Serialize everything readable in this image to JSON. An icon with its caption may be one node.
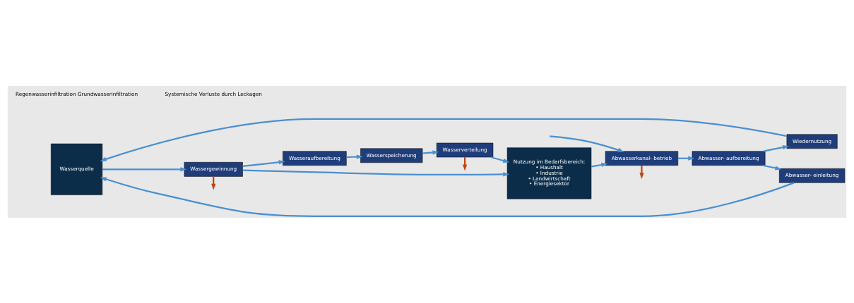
{
  "diagram": {
    "nodes": [
      {
        "text": [
          "Wasserquelle"
        ]
      },
      {
        "text": [
          "Wassergewinnung"
        ]
      },
      {
        "text": [
          "Wasseraufbereitung"
        ]
      },
      {
        "text": [
          "Wasserspeicherung"
        ]
      },
      {
        "text": [
          "Wasserverteilung"
        ]
      },
      {
        "text": [
          "Nutzung im Bedarfsbereich:",
          "• Haushalt",
          "• Industrie",
          "• Landwirtschaft",
          "• Energiesektor"
        ]
      },
      {
        "text": [
          "Abwasserkanal- betrieb"
        ]
      },
      {
        "text": [
          "Abwasser- aufbereitung"
        ]
      },
      {
        "text": [
          "Wiedernutzung"
        ]
      },
      {
        "text": [
          "Abwasser- einleitung"
        ]
      }
    ],
    "edges": [
      {
        "from": 0,
        "to": 1,
        "arrow": "to"
      },
      {
        "from": 1,
        "to": 2,
        "arrow": "to"
      },
      {
        "from": 2,
        "to": 3,
        "arrow": "to"
      },
      {
        "from": 3,
        "to": 4,
        "arrow": "to"
      },
      {
        "from": 4,
        "to": 5,
        "arrow": "to"
      },
      {
        "from": 1,
        "to": 5,
        "arrow": "to"
      },
      {
        "from": 1,
        "to": null,
        "arrow": "to",
        "color": "#c0440f"
      },
      {
        "from": 4,
        "to": null,
        "arrow": "to",
        "color": "#c0440f"
      },
      {
        "from": null,
        "to": 6,
        "arrow": "to"
      },
      {
        "from": 5,
        "to": 6,
        "arrow": "to"
      },
      {
        "from": 6,
        "to": null,
        "arrow": "to",
        "color": "#c0440f"
      },
      {
        "from": 6,
        "to": 7,
        "arrow": "to"
      },
      {
        "from": 7,
        "to": 8,
        "arrow": "to"
      },
      {
        "from": 7,
        "to": 9,
        "arrow": "to"
      },
      {
        "from": 8,
        "to": 0,
        "arrow": "to"
      },
      {
        "from": 9,
        "to": 0,
        "arrow": "to"
      }
    ],
    "legend": [
      {
        "text": "Regenwasserinfiltration Grundwasserinfiltration"
      },
      {
        "text": "Systemische Verluste durch Leckagen"
      }
    ]
  }
}
